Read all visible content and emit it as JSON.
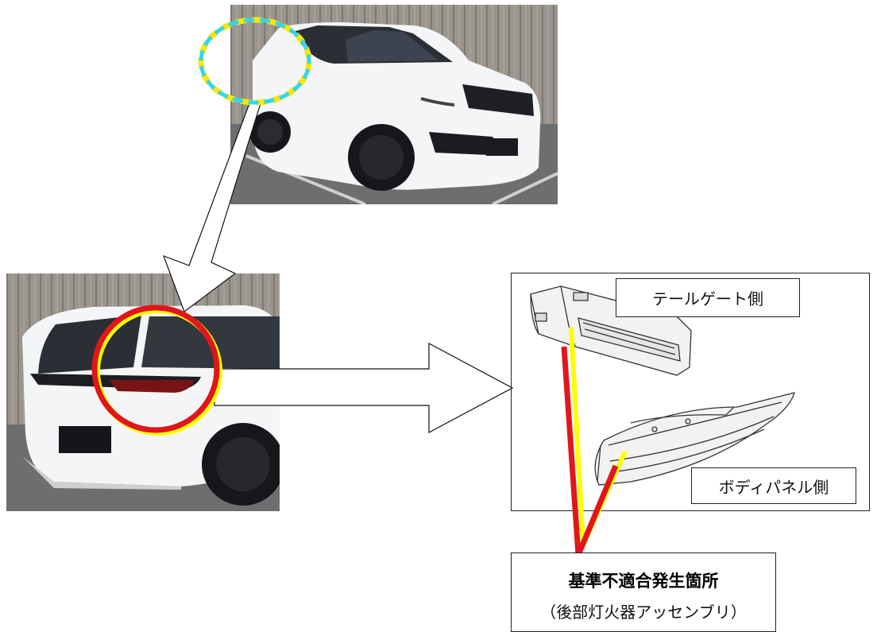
{
  "labels": {
    "tailgate_side": "テールゲート側",
    "body_panel_side": "ボディパネル側",
    "nonconformity_location": "基準不適合発生箇所",
    "nonconformity_part": "（後部灯火器アッセンブリ）"
  },
  "colors": {
    "highlight_dashed_outer": "#ffe600",
    "highlight_dashed_inner": "#35d6e8",
    "highlight_circle_outer": "#ffff00",
    "highlight_circle_inner": "#e0161a",
    "leader_red": "#e0161a",
    "leader_yellow": "#ffff00",
    "car_body": "#f4f5f6"
  },
  "icons": {
    "callout_arrow_down": "hollow-arrow-down-left",
    "callout_arrow_right": "hollow-arrow-right"
  }
}
